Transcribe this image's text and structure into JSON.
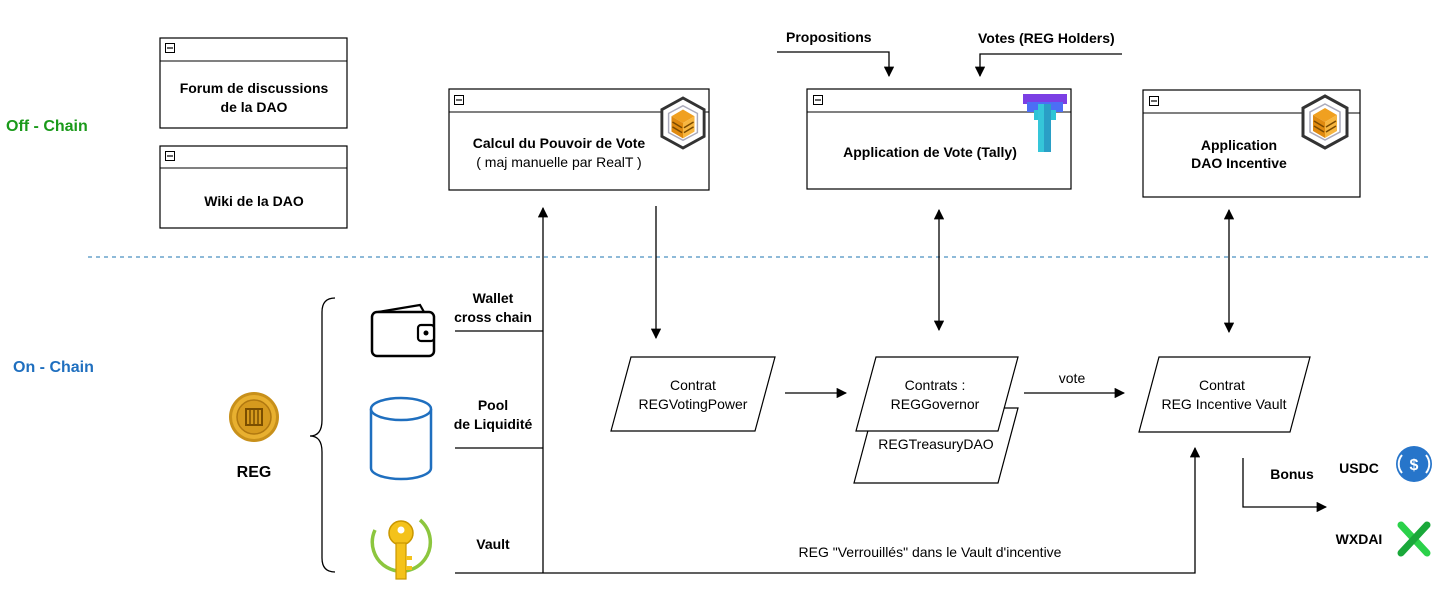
{
  "zones": {
    "off_chain": {
      "label": "Off - Chain",
      "color": "#1a9a1a"
    },
    "on_chain": {
      "label": "On - Chain",
      "color": "#1f6fbf"
    },
    "divider_color": "#4a90c0"
  },
  "offchain_boxes": {
    "forum": [
      "Forum de discussions",
      "de la DAO"
    ],
    "wiki": "Wiki de la DAO",
    "calcul": [
      "Calcul du Pouvoir de Vote",
      "( maj manuelle par RealT )"
    ],
    "vote_app": "Application de Vote  (Tally)",
    "incentive_app": [
      "Application",
      "DAO Incentive"
    ]
  },
  "vote_inputs": {
    "propositions": "Propositions",
    "votes": "Votes (REG Holders)"
  },
  "token": {
    "label": "REG",
    "coin_color": "#d9a520"
  },
  "sources": {
    "wallet": [
      "Wallet",
      "cross chain"
    ],
    "pool": [
      "Pool",
      "de Liquidité"
    ],
    "vault": "Vault"
  },
  "contracts": {
    "voting_power": [
      "Contrat",
      "REGVotingPower"
    ],
    "governor": [
      "Contrats :",
      "REGGovernor"
    ],
    "treasury": "REGTreasuryDAO",
    "incentive_vault": [
      "Contrat",
      "REG Incentive Vault"
    ]
  },
  "flows": {
    "vote": "vote",
    "locked": "REG \"Verrouillés\" dans le Vault d'incentive",
    "bonus": "Bonus"
  },
  "rewards": {
    "usdc": {
      "label": "USDC",
      "color": "#2775ca"
    },
    "wxdai": {
      "label": "WXDAI",
      "color": "#2bd14a"
    }
  },
  "icons": {
    "collapse": "minus-square-icon",
    "realt": "realt-house-logo-icon",
    "tally": "tally-logo-icon",
    "wallet": "wallet-icon",
    "pool": "cylinder-database-icon",
    "vault": "key-icon",
    "reg": "reg-coin-icon",
    "usdc": "usdc-logo-icon",
    "wxdai": "wxdai-logo-icon"
  }
}
